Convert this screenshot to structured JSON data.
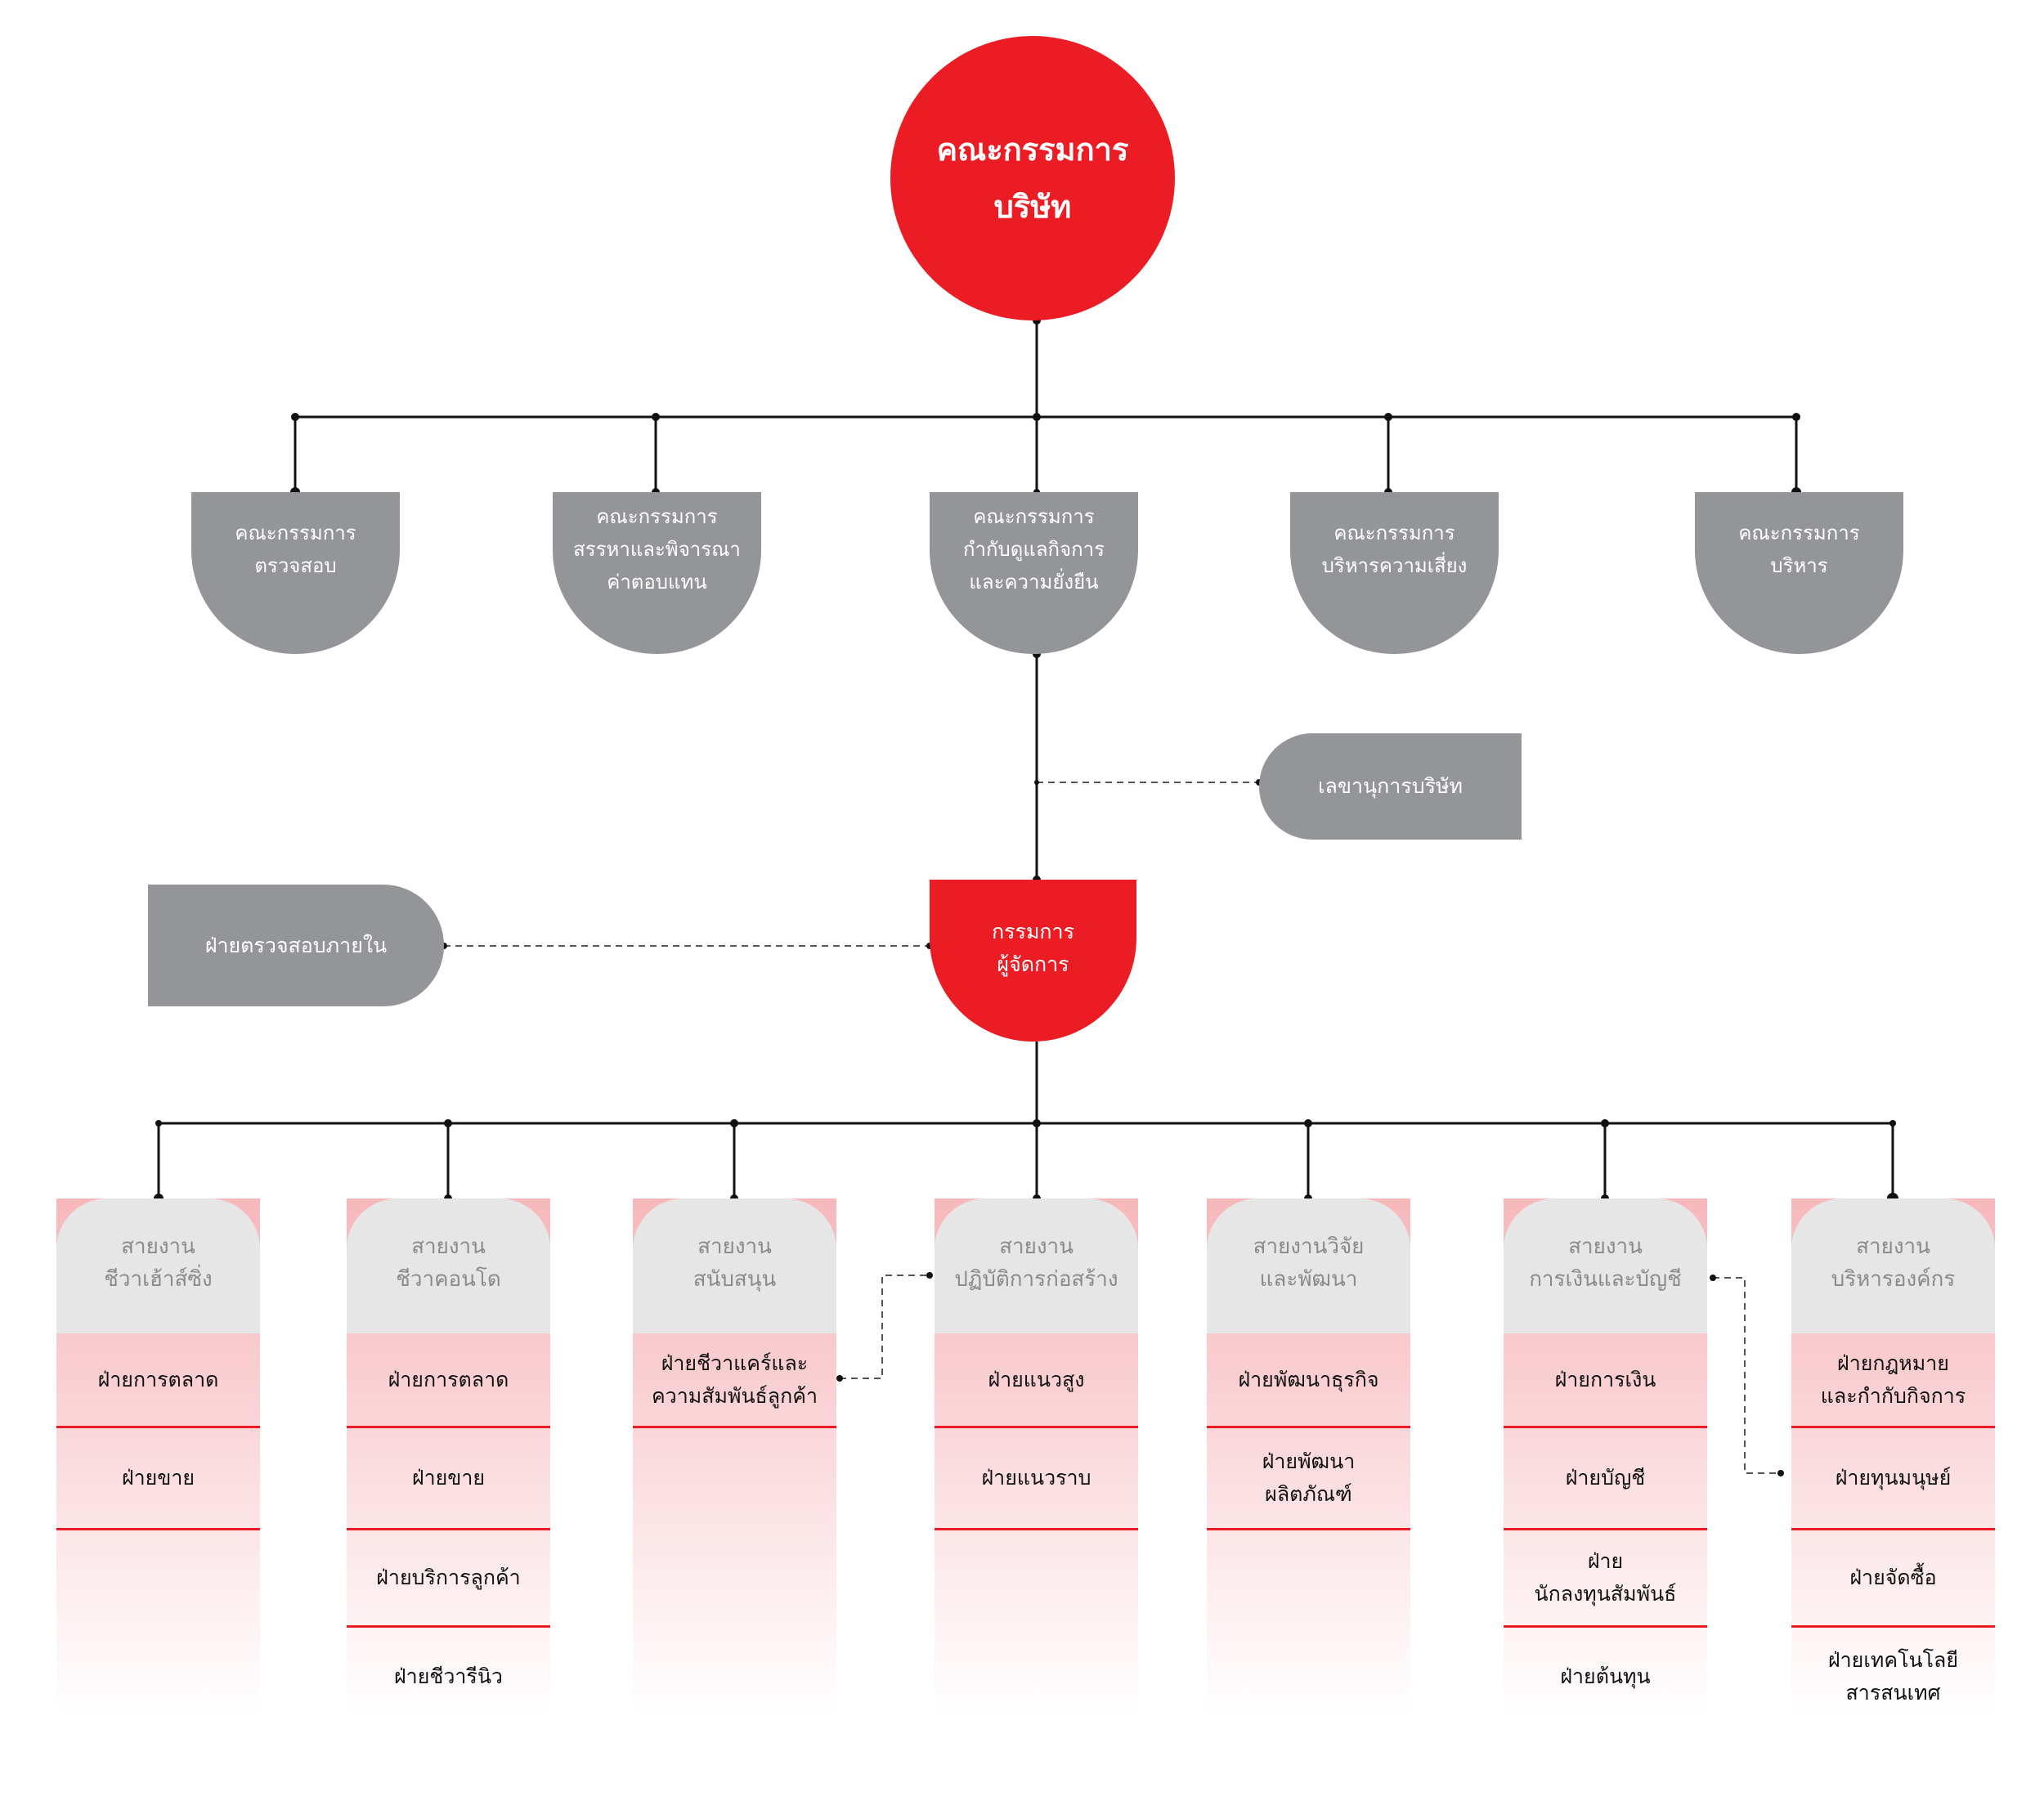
{
  "board": {
    "lines": [
      "คณะกรรมการ",
      "บริษัท"
    ]
  },
  "committees": [
    {
      "lines": [
        "คณะกรรมการ",
        "ตรวจสอบ"
      ]
    },
    {
      "lines": [
        "คณะกรรมการ",
        "สรรหาและพิจารณา",
        "ค่าตอบแทน"
      ]
    },
    {
      "lines": [
        "คณะกรรมการ",
        "กำกับดูแลกิจการ",
        "และความยั่งยืน"
      ]
    },
    {
      "lines": [
        "คณะกรรมการ",
        "บริหารความเสี่ยง"
      ]
    },
    {
      "lines": [
        "คณะกรรมการ",
        "บริหาร"
      ]
    }
  ],
  "secretary": {
    "label": "เลขานุการบริษัท"
  },
  "internal_audit": {
    "label": "ฝ่ายตรวจสอบภายใน"
  },
  "managing_director": {
    "lines": [
      "กรรมการ",
      "ผู้จัดการ"
    ]
  },
  "divisions": [
    {
      "header": [
        "สายงาน",
        "ชีวาเฮ้าส์ซิ่ง"
      ],
      "departments": [
        [
          "ฝ่ายการตลาด"
        ],
        [
          "ฝ่ายขาย"
        ]
      ]
    },
    {
      "header": [
        "สายงาน",
        "ชีวาคอนโด"
      ],
      "departments": [
        [
          "ฝ่ายการตลาด"
        ],
        [
          "ฝ่ายขาย"
        ],
        [
          "ฝ่ายบริการลูกค้า"
        ],
        [
          "ฝ่ายชีวารีนิว"
        ]
      ]
    },
    {
      "header": [
        "สายงาน",
        "สนับสนุน"
      ],
      "departments": [
        [
          "ฝ่ายชีวาแคร์และ",
          "ความสัมพันธ์ลูกค้า"
        ]
      ]
    },
    {
      "header": [
        "สายงาน",
        "ปฏิบัติการก่อสร้าง"
      ],
      "departments": [
        [
          "ฝ่ายแนวสูง"
        ],
        [
          "ฝ่ายแนวราบ"
        ]
      ]
    },
    {
      "header": [
        "สายงานวิจัย",
        "และพัฒนา"
      ],
      "departments": [
        [
          "ฝ่ายพัฒนาธุรกิจ"
        ],
        [
          "ฝ่ายพัฒนา",
          "ผลิตภัณฑ์"
        ]
      ]
    },
    {
      "header": [
        "สายงาน",
        "การเงินและบัญชี"
      ],
      "departments": [
        [
          "ฝ่ายการเงิน"
        ],
        [
          "ฝ่ายบัญชี"
        ],
        [
          "ฝ่าย",
          "นักลงทุนสัมพันธ์"
        ],
        [
          "ฝ่ายต้นทุน"
        ]
      ]
    },
    {
      "header": [
        "สายงาน",
        "บริหารองค์กร"
      ],
      "departments": [
        [
          "ฝ่ายกฎหมาย",
          "และกำกับกิจการ"
        ],
        [
          "ฝ่ายทุนมนุษย์"
        ],
        [
          "ฝ่ายจัดซื้อ"
        ],
        [
          "ฝ่ายเทคโนโลยี",
          "สารสนเทศ"
        ]
      ]
    }
  ],
  "colors": {
    "red": "#ec1c24",
    "gray": "#939598",
    "header_gray": "#e6e6e6",
    "pink": "#f7b8bb"
  }
}
